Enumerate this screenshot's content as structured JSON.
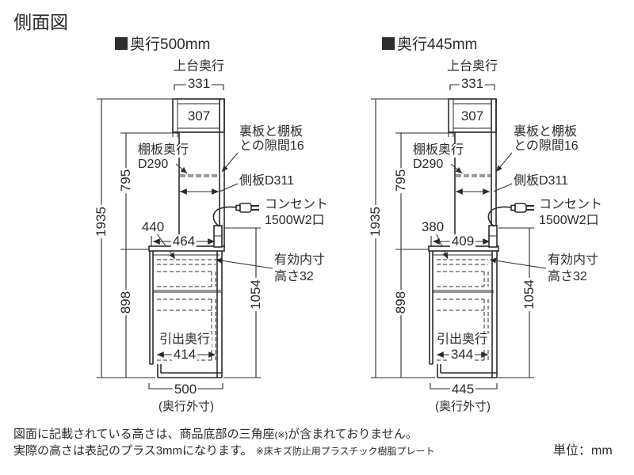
{
  "title": "側面図",
  "unit_label": "単位：mm",
  "icons": {
    "header_marker": "black-square",
    "outlet_plug": "power-plug"
  },
  "footnote": {
    "line1_main": "図面に記載されている高さは、商品底部の三角座",
    "line1_ref": "(※)",
    "line1_tail": "が含まれておりません。",
    "line2_main": "実際の高さは表記のプラス3mmになります。",
    "line2_note": "※床キズ防止用プラスチック樹脂プレート"
  },
  "diagrams": [
    {
      "header": "奥行500mm",
      "labels": {
        "top_depth": "上台奥行",
        "shelf_1": "棚板奥行",
        "shelf_2": "D290",
        "gap_1": "裏板と棚板",
        "gap_2": "との隙間16",
        "side_panel": "側板D311",
        "outlet_1": "コンセント",
        "outlet_2": "1500W2口",
        "effective_1": "有効内寸",
        "effective_2": "高さ32",
        "drawer_depth": "引出奥行",
        "outer_depth_note": "(奥行外寸)"
      },
      "dims": {
        "top_outer_width": "331",
        "top_inner_width": "307",
        "total_height": "1935",
        "upper_height": "795",
        "lower_height": "898",
        "right_height": "1054",
        "counter_front": "440",
        "counter_inner": "464",
        "drawer_inner": "414",
        "outer_depth": "500"
      }
    },
    {
      "header": "奥行445mm",
      "labels": {
        "top_depth": "上台奥行",
        "shelf_1": "棚板奥行",
        "shelf_2": "D290",
        "gap_1": "裏板と棚板",
        "gap_2": "との隙間16",
        "side_panel": "側板D311",
        "outlet_1": "コンセント",
        "outlet_2": "1500W2口",
        "effective_1": "有効内寸",
        "effective_2": "高さ32",
        "drawer_depth": "引出奥行",
        "outer_depth_note": "(奥行外寸)"
      },
      "dims": {
        "top_outer_width": "331",
        "top_inner_width": "307",
        "total_height": "1935",
        "upper_height": "795",
        "lower_height": "898",
        "right_height": "1054",
        "counter_front": "380",
        "counter_inner": "409",
        "drawer_inner": "344",
        "outer_depth": "445"
      }
    }
  ]
}
